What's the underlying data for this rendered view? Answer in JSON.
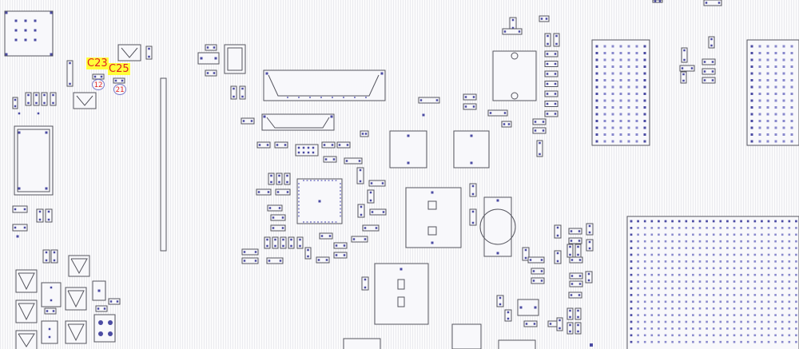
{
  "highlighted_refs": [
    {
      "id": "c23",
      "text": "C23"
    },
    {
      "id": "c25",
      "text": "C25"
    }
  ],
  "pin_numbers": [
    {
      "id": "c23-pins",
      "text": "12"
    },
    {
      "id": "c25-pins",
      "text": "21"
    }
  ],
  "colors": {
    "outline": "#55555e",
    "pad": "#4b4ba3",
    "pad_light": "#8888cc",
    "label_bg": "#ffff3a",
    "label_text": "#e02020"
  }
}
